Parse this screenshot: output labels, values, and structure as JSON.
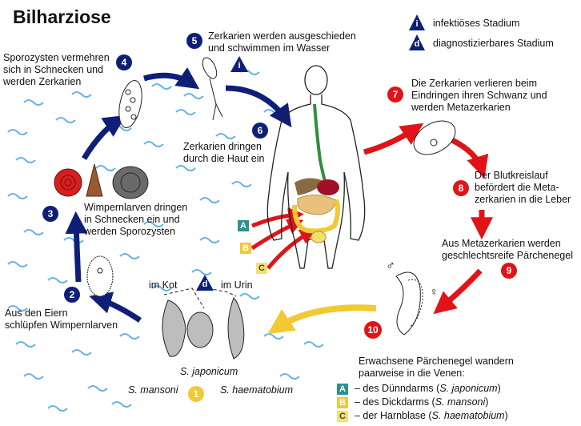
{
  "title": "Bilharziose",
  "legend": {
    "i_symbol": "i",
    "i_label": "infektiöses Stadium",
    "d_symbol": "d",
    "d_label": "diagnostizierbares Stadium"
  },
  "steps": {
    "s1": {
      "num": "1"
    },
    "s2": {
      "num": "2",
      "text_a": "Aus den Eiern",
      "text_b": "schlüpfen Wimpernlarven"
    },
    "s3": {
      "num": "3",
      "text_a": "Wimpernlarven dringen",
      "text_b": "in Schnecken ein und",
      "text_c": "werden Sporozysten"
    },
    "s4": {
      "num": "4",
      "text_a": "Sporozysten vermehren",
      "text_b": "sich in Schnecken und",
      "text_c": "werden Zerkarien"
    },
    "s5": {
      "num": "5",
      "text_a": "Zerkarien werden ausgeschieden",
      "text_b": "und schwimmen im Wasser"
    },
    "s6": {
      "num": "6",
      "text_a": "Zerkarien dringen",
      "text_b": "durch die Haut ein"
    },
    "s7": {
      "num": "7",
      "text_a": "Die Zerkarien verlieren beim",
      "text_b": "Eindringen ihren Schwanz und",
      "text_c": "werden Metazerkarien"
    },
    "s8": {
      "num": "8",
      "text_a": "Der Blutkreislauf",
      "text_b": "befördert die Meta-",
      "text_c": "zerkarien in die Leber"
    },
    "s9": {
      "num": "9",
      "text_a": "Aus Metazerkarien werden",
      "text_b": "geschlechtsreife Pärchenegel"
    },
    "s10": {
      "num": "10"
    }
  },
  "eggs": {
    "im_kot": "im Kot",
    "im_urin": "im Urin",
    "d_symbol": "d",
    "japonicum": "S. japonicum",
    "mansoni": "S. mansoni",
    "haematobium": "S. haematobium"
  },
  "symbols": {
    "male": "♂",
    "female": "♀"
  },
  "veins": {
    "intro_a": "Erwachsene Pärchenegel wandern",
    "intro_b": "paarweise in die Venen:",
    "items": [
      {
        "letter": "A",
        "prefix": "– des Dünndarms (",
        "species": "S. japonicum",
        "suffix": ")"
      },
      {
        "letter": "B",
        "prefix": "– des Dickdarms (",
        "species": "S. mansoni",
        "suffix": ")"
      },
      {
        "letter": "C",
        "prefix": "– der Harnblase (",
        "species": "S. haematobium",
        "suffix": ")"
      }
    ]
  },
  "colors": {
    "navy": "#0f1f78",
    "red": "#e01418",
    "yellow": "#f2c933",
    "water": "#4aa8e0",
    "teal": "#2f8f8f"
  }
}
